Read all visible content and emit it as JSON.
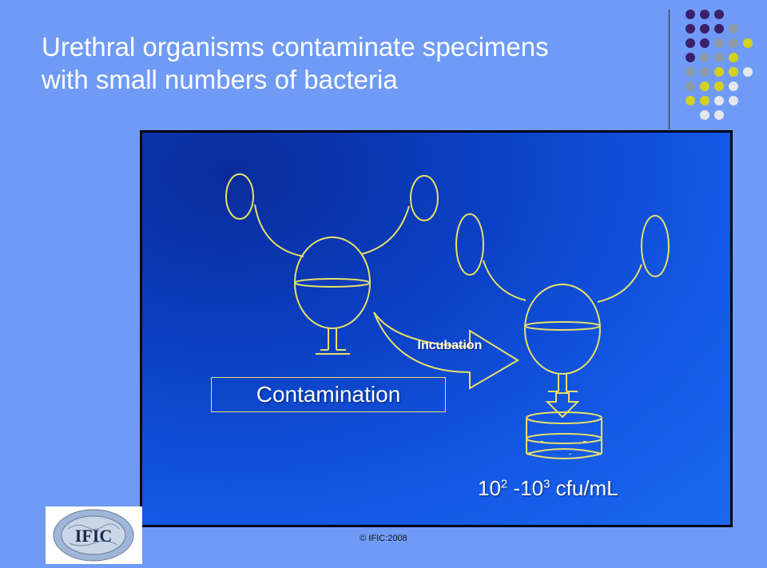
{
  "slide": {
    "title_line1": "Urethral organisms contaminate specimens",
    "title_line2": "with small numbers of bacteria",
    "contamination_label": "Contamination",
    "incubation_label": "Incubation",
    "cfu_base1": "10",
    "cfu_exp1": "2",
    "cfu_mid": " -10",
    "cfu_exp2": "3",
    "cfu_unit": " cfu/mL",
    "logo_text": "IFIC",
    "copyright": "© IFIC:2008"
  },
  "colors": {
    "background": "#6f9bf6",
    "panel": "#0b3fc2",
    "diagram_stroke": "#e8e06a",
    "dot_purple": "#3b1f6b",
    "dot_gray": "#8c9aa6",
    "dot_yellow": "#d4d11e",
    "dot_light": "#e6e6ee"
  }
}
